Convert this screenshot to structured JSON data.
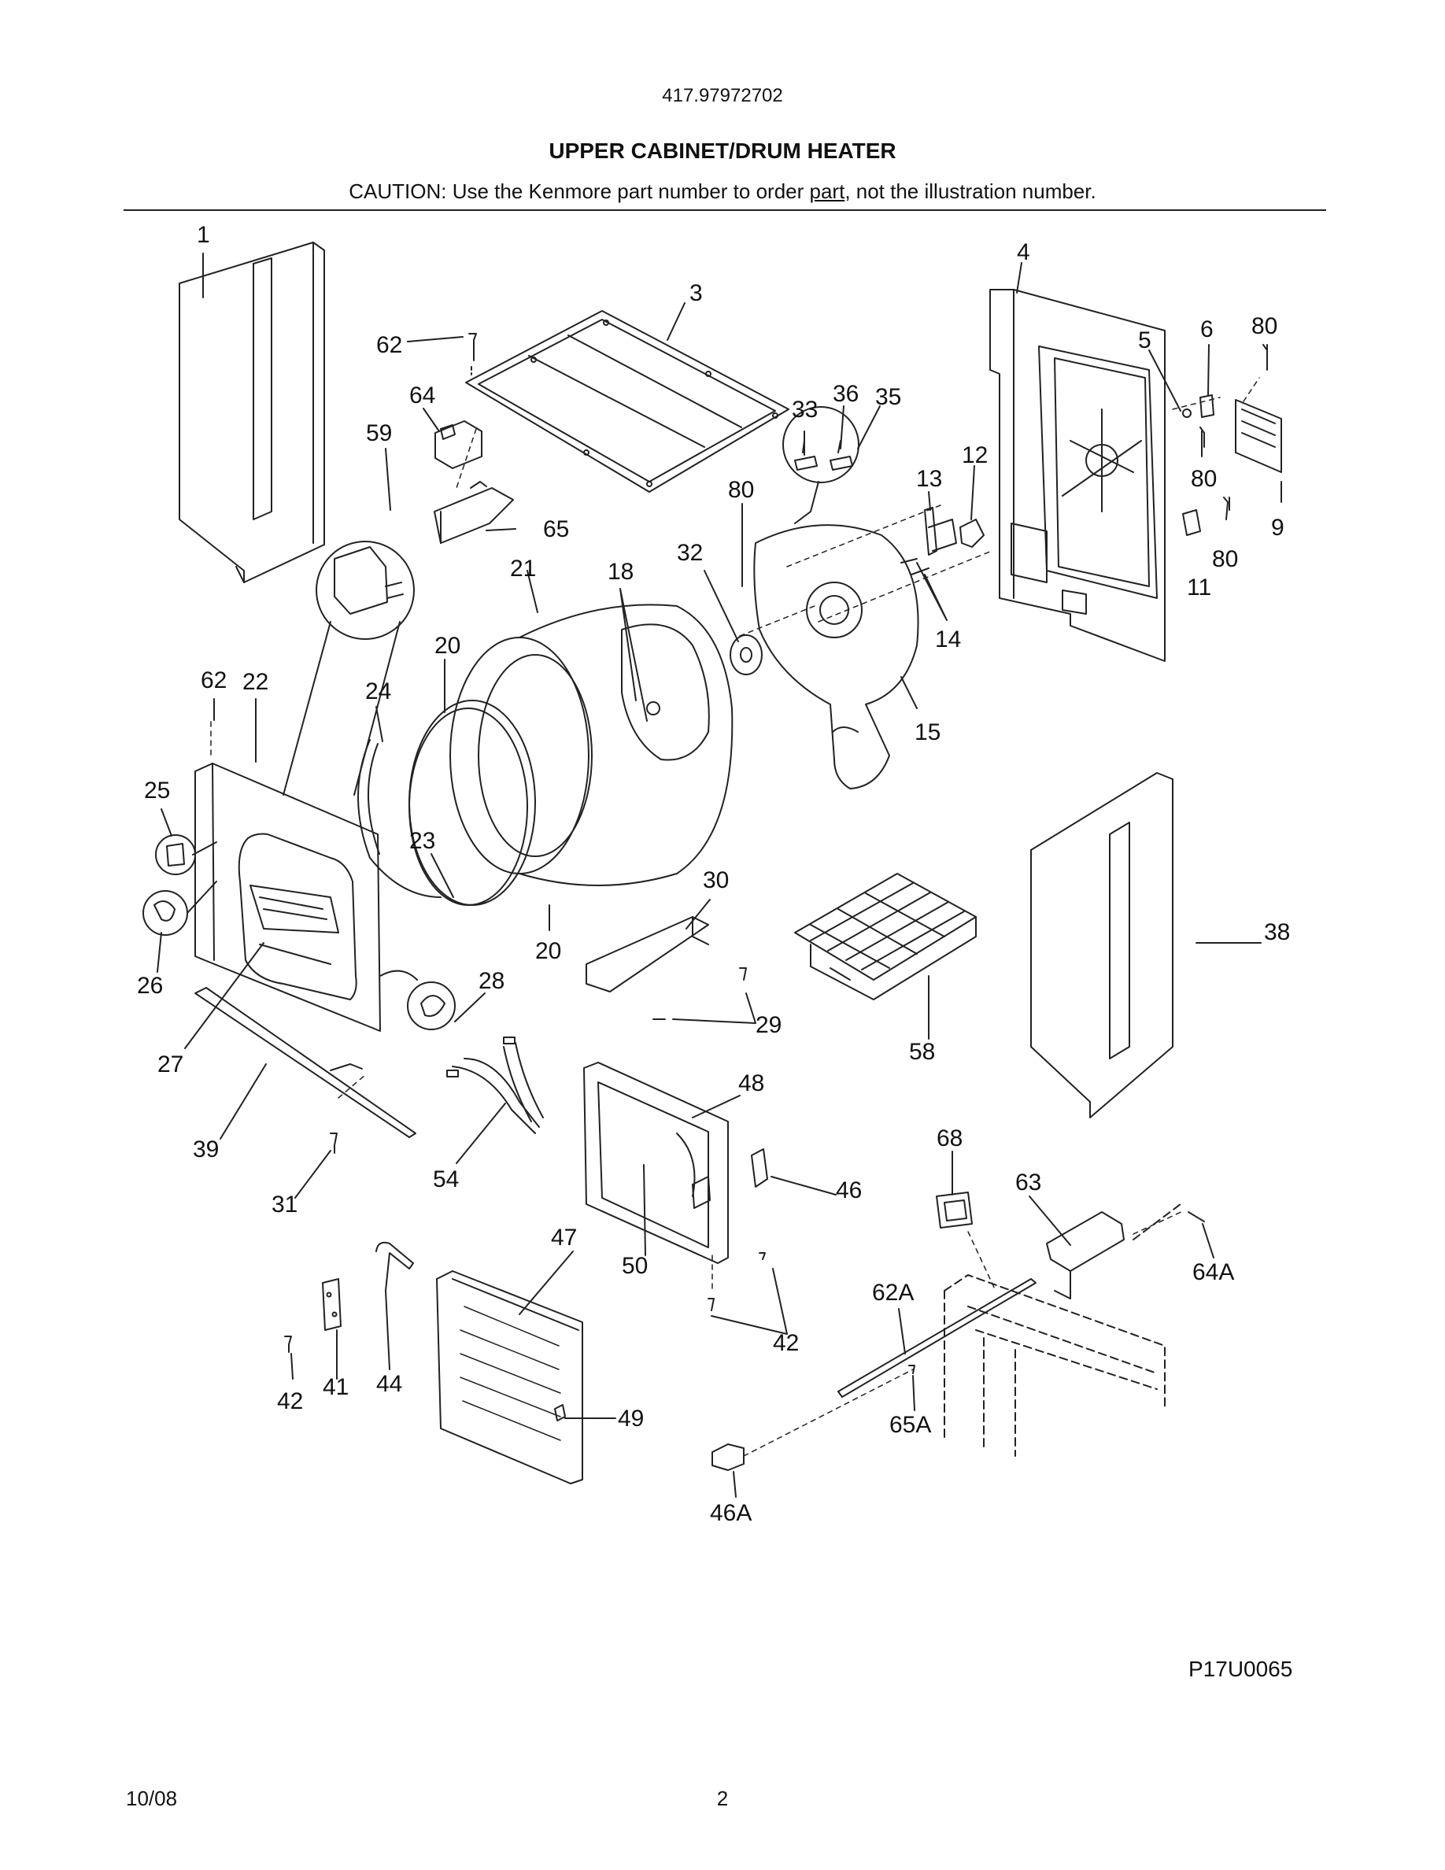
{
  "header": {
    "model_number": "417.97972702",
    "title": "UPPER CABINET/DRUM HEATER",
    "caution_before": "CAUTION: Use the Kenmore part number to order ",
    "caution_link": "part",
    "caution_after": ", not the illustration number."
  },
  "diagram": {
    "callouts": [
      "1",
      "3",
      "4",
      "5",
      "6",
      "80",
      "62",
      "64",
      "59",
      "33",
      "36",
      "35",
      "12",
      "13",
      "80",
      "80",
      "9",
      "80",
      "11",
      "65",
      "21",
      "18",
      "32",
      "14",
      "20",
      "62",
      "22",
      "24",
      "25",
      "15",
      "23",
      "30",
      "38",
      "26",
      "20",
      "28",
      "29",
      "27",
      "58",
      "48",
      "39",
      "54",
      "68",
      "63",
      "46",
      "31",
      "47",
      "50",
      "62A",
      "64A",
      "42",
      "42",
      "41",
      "44",
      "65A",
      "49",
      "46A"
    ],
    "drawing_code": "P17U0065"
  },
  "footer": {
    "date": "10/08",
    "page_number": "2"
  }
}
